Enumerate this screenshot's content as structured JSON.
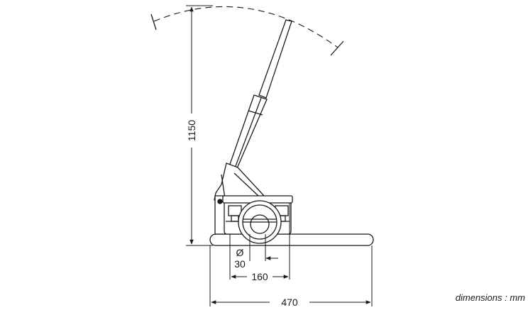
{
  "dimensions": {
    "height": "1150",
    "bore_symbol": "Ø",
    "bore": "30",
    "offset": "160",
    "width": "470"
  },
  "units_note": "dimensions : mm",
  "colors": {
    "line": "#1a1a1a",
    "background": "#ffffff"
  }
}
